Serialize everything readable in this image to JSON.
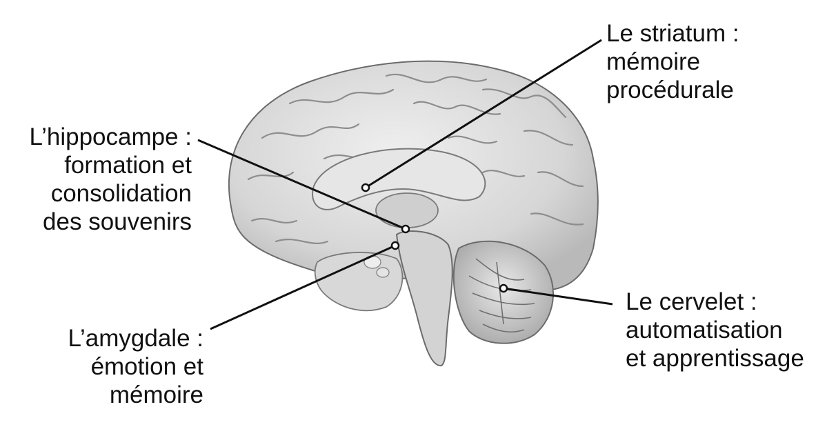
{
  "labels": {
    "striatum": {
      "lines": [
        "Le striatum :",
        "mémoire",
        "procédurale"
      ]
    },
    "hippocampe": {
      "lines": [
        "L’hippocampe :",
        "formation et",
        "consolidation",
        "des souvenirs"
      ]
    },
    "amygdale": {
      "lines": [
        "L’amygdale :",
        "émotion et",
        "mémoire"
      ]
    },
    "cervelet": {
      "lines": [
        "Le cervelet :",
        "automatisation",
        "et apprentissage"
      ]
    }
  },
  "colors": {
    "text": "#111111",
    "leader_line": "#111111",
    "brain_fill": "#dcdcdc",
    "brain_outline": "#6b6b6b",
    "background": "#ffffff"
  }
}
